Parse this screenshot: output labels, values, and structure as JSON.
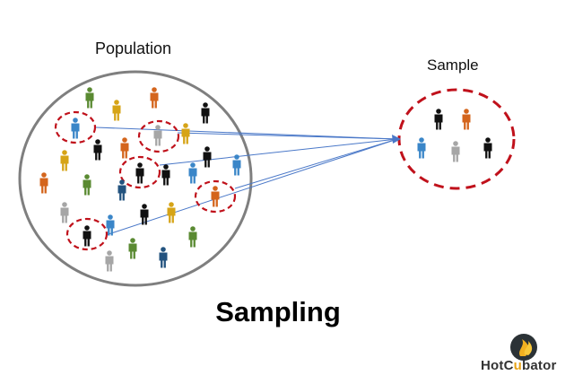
{
  "labels": {
    "population": "Population",
    "sample": "Sample",
    "title": "Sampling"
  },
  "logo": {
    "text_before": "HotC",
    "text_highlight": "u",
    "text_after": "bator",
    "name": "HotCubator"
  },
  "colors": {
    "green": "#5a8a32",
    "orange": "#d4651c",
    "yellow": "#d6a417",
    "black": "#111111",
    "blue": "#3a86c8",
    "gray": "#a6a6a6",
    "navy": "#23537f",
    "dashed_circle": "#c0111b",
    "arrow": "#4a78c8",
    "population_circle": "#7f7f7f"
  }
}
